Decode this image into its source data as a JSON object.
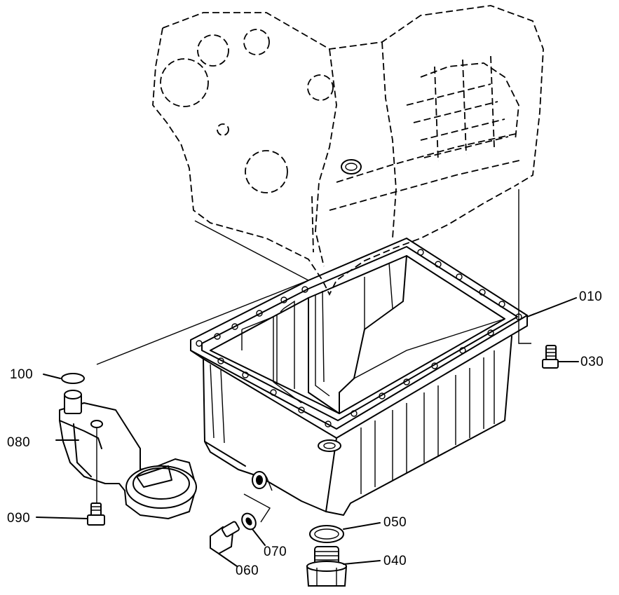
{
  "diagram": {
    "parts": [
      {
        "id": "p010",
        "label": "010",
        "name": "oil-pan"
      },
      {
        "id": "p030",
        "label": "030",
        "name": "pan-bolt"
      },
      {
        "id": "p040",
        "label": "040",
        "name": "drain-plug"
      },
      {
        "id": "p050",
        "label": "050",
        "name": "drain-gasket"
      },
      {
        "id": "p060",
        "label": "060",
        "name": "sensor-bolt"
      },
      {
        "id": "p070",
        "label": "070",
        "name": "washer"
      },
      {
        "id": "p080",
        "label": "080",
        "name": "oil-strainer"
      },
      {
        "id": "p090",
        "label": "090",
        "name": "strainer-bolt"
      },
      {
        "id": "p100",
        "label": "100",
        "name": "o-ring"
      }
    ]
  }
}
